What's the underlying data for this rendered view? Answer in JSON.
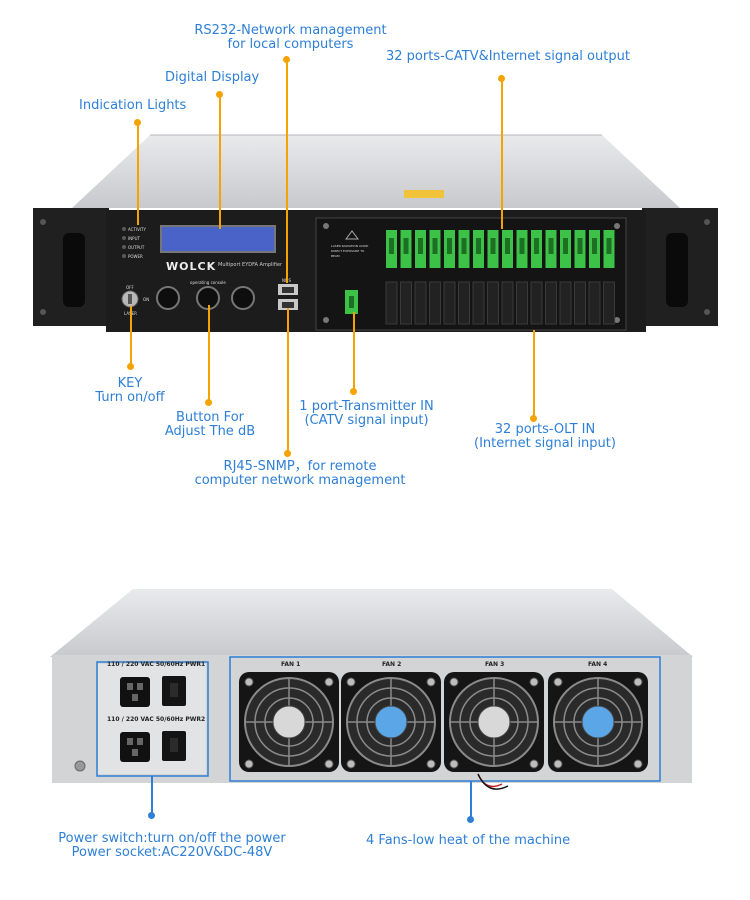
{
  "labels": {
    "rs232": [
      "RS232-Network management",
      "for local computers"
    ],
    "catv_out": "32 ports-CATV&Internet signal output",
    "digital_display": "Digital Display",
    "indication_lights": "Indication Lights",
    "key": [
      "KEY",
      "Turn on/off"
    ],
    "button_db": [
      "Button For",
      "Adjust The dB"
    ],
    "transmitter_in": [
      "1 port-Transmitter IN",
      "(CATV signal input)"
    ],
    "olt_in": [
      "32 ports-OLT IN",
      "(Internet signal input)"
    ],
    "rj45": [
      "RJ45-SNMP，for remote",
      "computer network management"
    ],
    "power": [
      "Power switch:turn on/off the power",
      "Power socket:AC220V&DC-48V"
    ],
    "fans": "4 Fans-low heat of the machine"
  },
  "front_panel": {
    "brand": "WOLCK",
    "model": "Multiport EYDFA Amplifier",
    "console": "operating console",
    "leds": [
      "ACTIVITY",
      "INPUT",
      "OUTPUT",
      "POWER"
    ],
    "key_off": "OFF",
    "key_on": "ON",
    "key_laser": "LASER",
    "nms": "NMS",
    "warning": "LASER RADIATION AVOID DIRECT EXPOSURE TO BEAM"
  },
  "rear_panel": {
    "pwr1": "110 / 220 VAC 50/60Hz PWR1",
    "pwr2": "110 / 220 VAC 50/60Hz PWR2",
    "fans": [
      "FAN 1",
      "FAN 2",
      "FAN 3",
      "FAN 4"
    ]
  },
  "colors": {
    "label": "#2e7fd6",
    "front_pointer": "#f5a300",
    "rear_pointer": "#2e7fd6",
    "chassis_front": "#1c1c1c",
    "sc_connector": "#3cc246",
    "lcd": "#4a63c9"
  }
}
